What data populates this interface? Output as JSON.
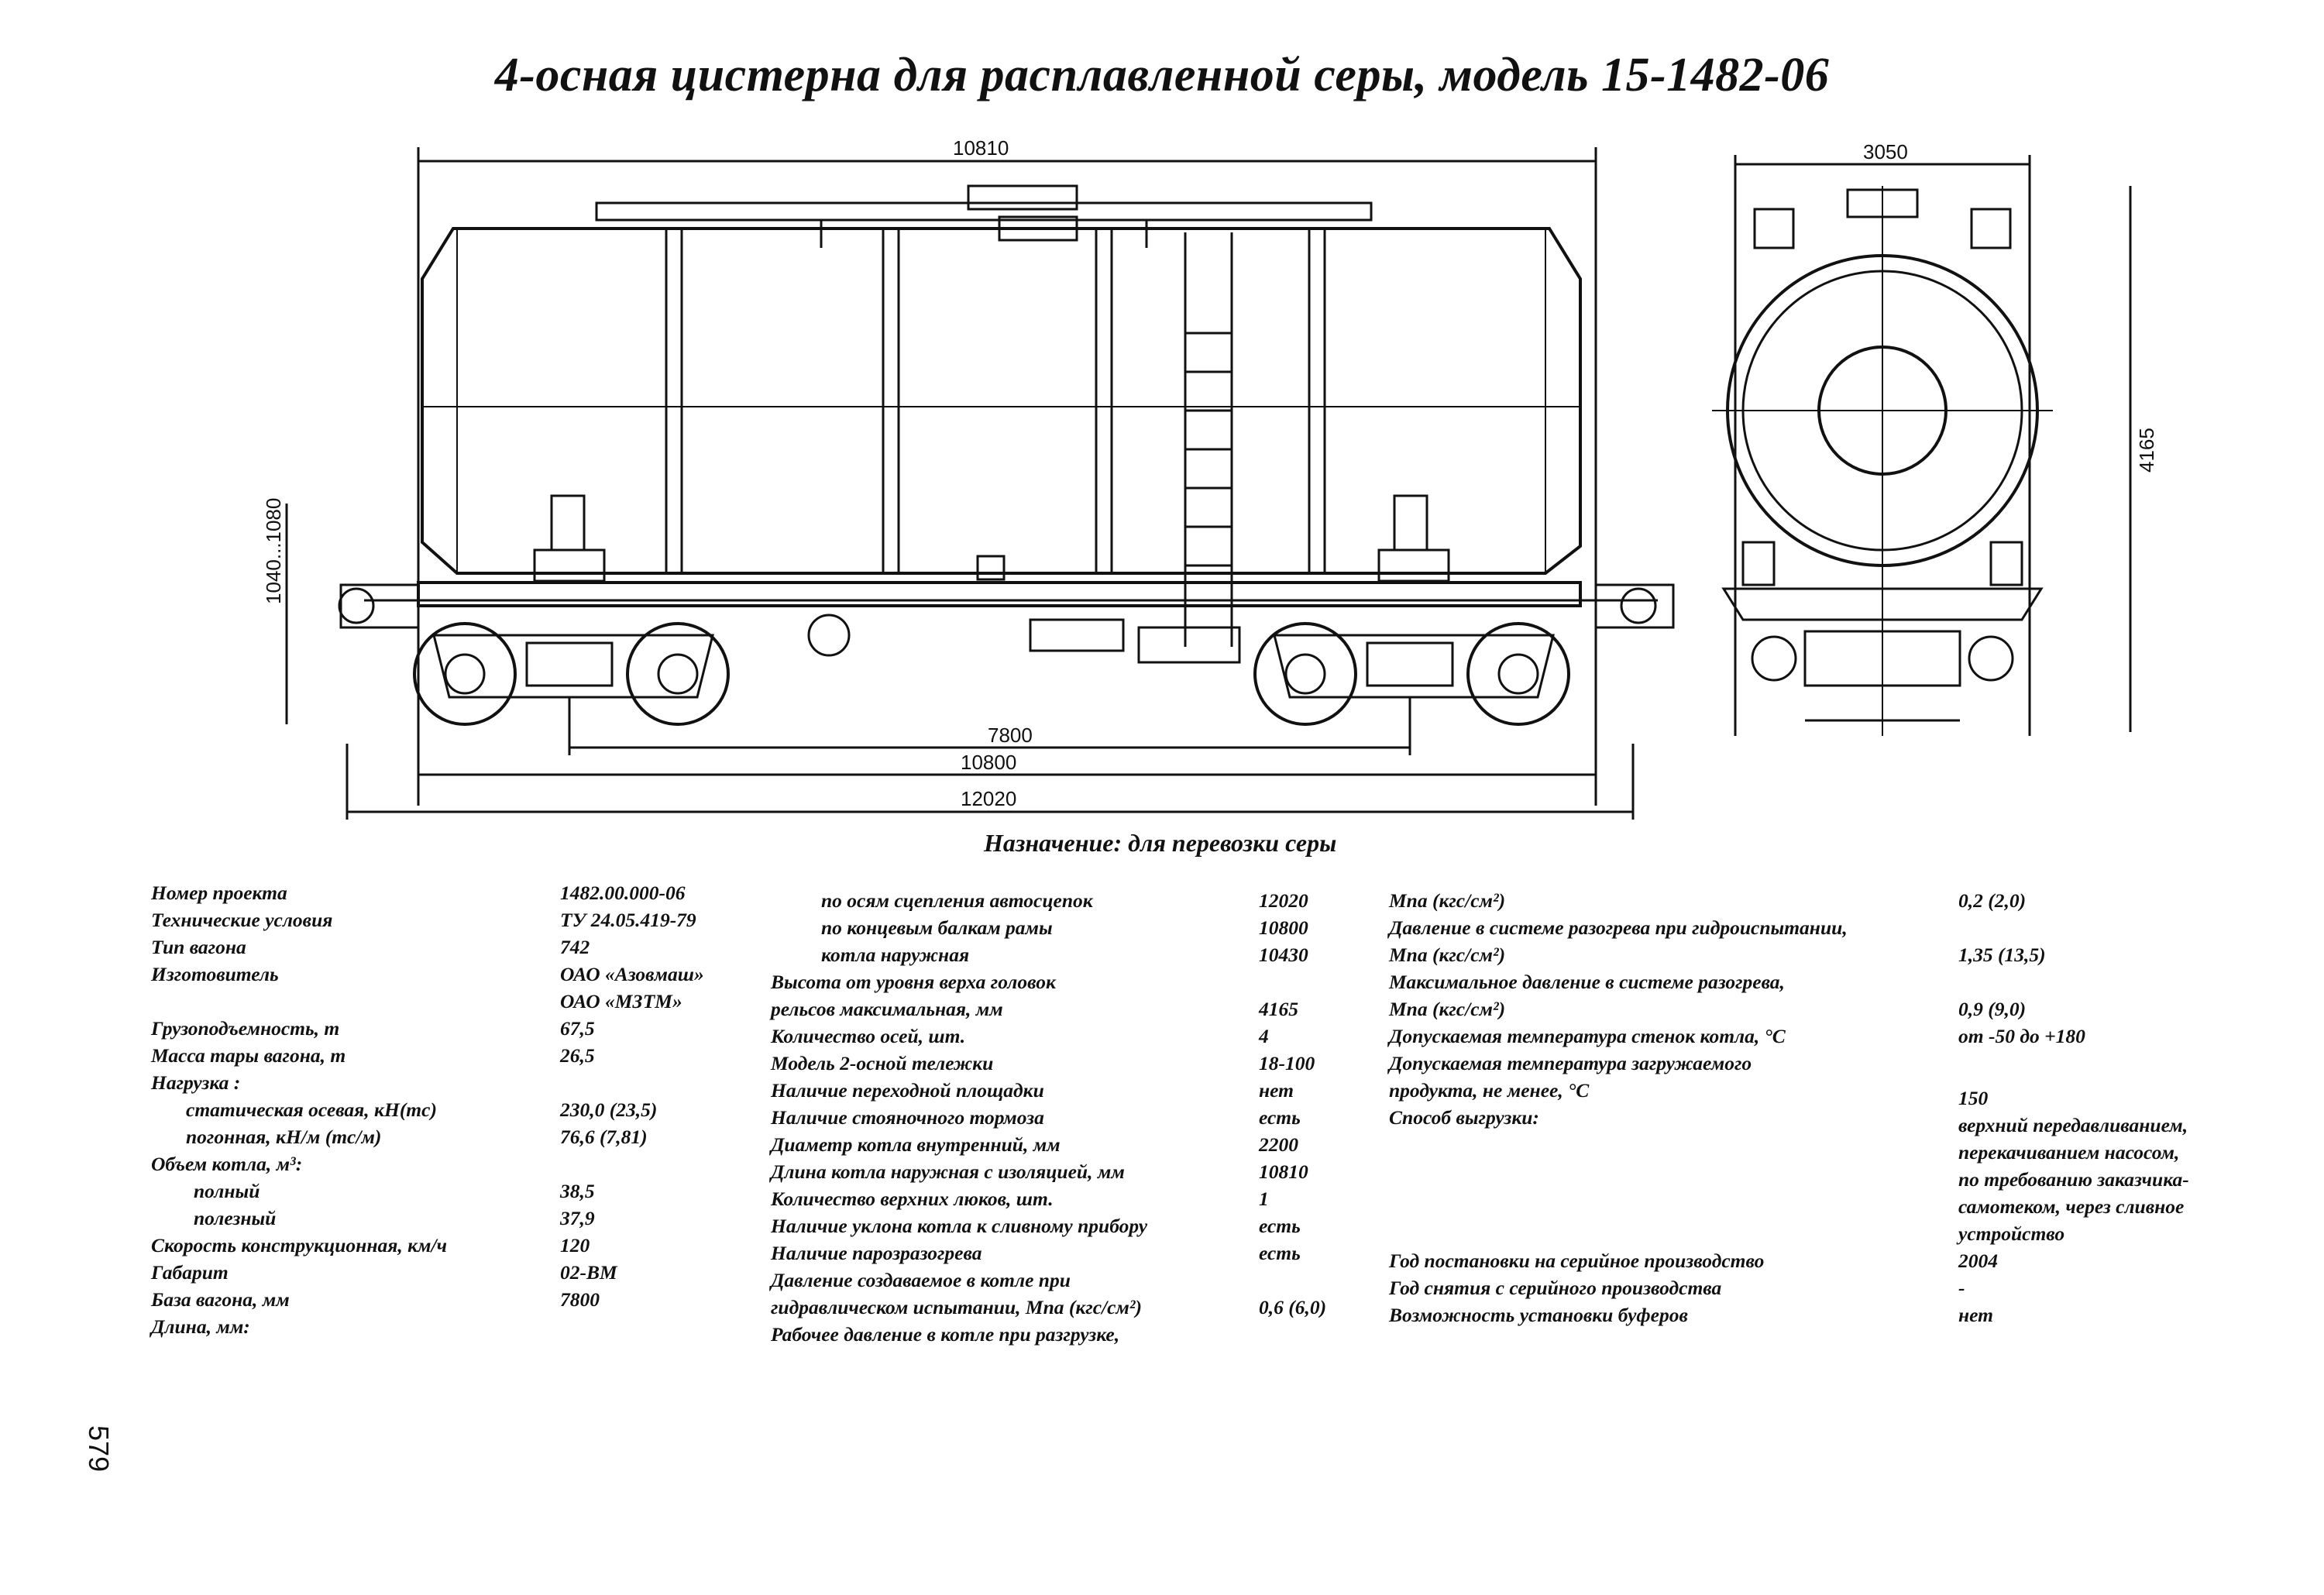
{
  "title": "4-осная цистерна для расплавленной серы, модель 15-1482-06",
  "dimensions": {
    "side_length_top": "10810",
    "end_width": "3050",
    "end_height": "4165",
    "coupler_height": "1040...1080",
    "base": "7800",
    "frame_length": "10800",
    "total_length": "12020"
  },
  "purpose": "Назначение: для перевозки серы",
  "specs_left": [
    {
      "label": "Номер проекта",
      "value": "1482.00.000-06"
    },
    {
      "label": "Технические условия",
      "value": "ТУ 24.05.419-79"
    },
    {
      "label": "Тип вагона",
      "value": "742"
    },
    {
      "label": "Изготовитель",
      "value": "ОАО «Азовмаш»"
    },
    {
      "label": "",
      "value": "ОАО «МЗТМ»"
    },
    {
      "label": "Грузоподъемность, т",
      "value": "67,5"
    },
    {
      "label": "Масса тары вагона, т",
      "value": "26,5"
    },
    {
      "label": "Нагрузка :",
      "value": ""
    },
    {
      "label": "статическая осевая, кН(тс)",
      "value": "230,0 (23,5)"
    },
    {
      "label": "погонная, кН/м (тс/м)",
      "value": "76,6 (7,81)"
    },
    {
      "label": "Объем котла, м³:",
      "value": ""
    },
    {
      "label": "полный",
      "value": "38,5"
    },
    {
      "label": "полезный",
      "value": "37,9"
    },
    {
      "label": "Скорость конструкционная, км/ч",
      "value": "120"
    },
    {
      "label": "Габарит",
      "value": "02-ВМ"
    },
    {
      "label": "База вагона, мм",
      "value": "7800"
    },
    {
      "label": "Длина, мм:",
      "value": ""
    }
  ],
  "specs_middle": [
    {
      "label": "по осям сцепления автосцепок",
      "value": "12020"
    },
    {
      "label": "по концевым балкам рамы",
      "value": "10800"
    },
    {
      "label": "котла наружная",
      "value": "10430"
    },
    {
      "label": "Высота от уровня верха головок",
      "value": ""
    },
    {
      "label": "рельсов максимальная, мм",
      "value": "4165"
    },
    {
      "label": "Количество осей, шт.",
      "value": "4"
    },
    {
      "label": "Модель 2-осной тележки",
      "value": "18-100"
    },
    {
      "label": "Наличие переходной площадки",
      "value": "нет"
    },
    {
      "label": "Наличие стояночного тормоза",
      "value": "есть"
    },
    {
      "label": "Диаметр котла внутренний, мм",
      "value": "2200"
    },
    {
      "label": "Длина котла наружная с изоляцией, мм",
      "value": "10810"
    },
    {
      "label": "Количество верхних люков, шт.",
      "value": "1"
    },
    {
      "label": "Наличие уклона котла к сливному прибору",
      "value": "есть"
    },
    {
      "label": "Наличие парозразогрева",
      "value": "есть"
    },
    {
      "label": "Давление создаваемое в котле при",
      "value": ""
    },
    {
      "label": "гидравлическом испытании, Мпа (кгс/см²)",
      "value": "0,6 (6,0)"
    },
    {
      "label": "Рабочее давление в котле при разгрузке,",
      "value": ""
    }
  ],
  "specs_right": [
    {
      "label": "Мпа (кгс/см²)",
      "value": "0,2 (2,0)"
    },
    {
      "label": "Давление в системе разогрева при гидроиспытании,",
      "value": ""
    },
    {
      "label": "Мпа (кгс/см²)",
      "value": "1,35 (13,5)"
    },
    {
      "label": "Максимальное давление в системе разогрева,",
      "value": ""
    },
    {
      "label": "Мпа (кгс/см²)",
      "value": "0,9 (9,0)"
    },
    {
      "label": "Допускаемая температура стенок котла, °С",
      "value": "от -50 до +180"
    },
    {
      "label": "Допускаемая температура загружаемого",
      "value": ""
    },
    {
      "label": "продукта, не менее, °С",
      "value": "150"
    },
    {
      "label": "Способ выгрузки:",
      "value": "верхний передавливанием,"
    },
    {
      "label": "",
      "value": "перекачиванием насосом,"
    },
    {
      "label": "",
      "value": "по требованию заказчика-"
    },
    {
      "label": "",
      "value": "самотеком, через сливное"
    },
    {
      "label": "",
      "value": "устройство"
    },
    {
      "label": "Год постановки на серийное производство",
      "value": "2004"
    },
    {
      "label": "Год снятия с серийного производства",
      "value": "-"
    },
    {
      "label": "Возможность установки буферов",
      "value": "нет"
    }
  ],
  "page_number": "579"
}
